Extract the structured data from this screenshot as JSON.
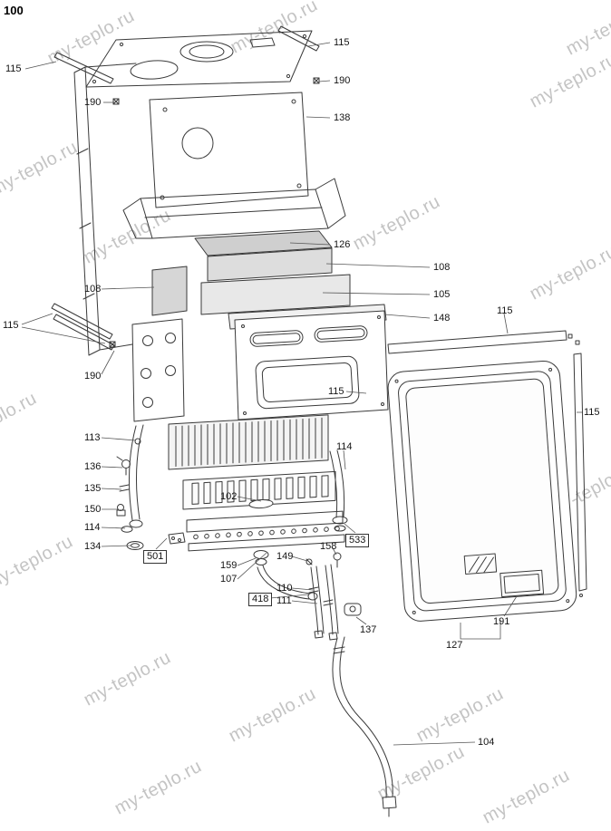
{
  "page": {
    "number": "100"
  },
  "watermark": {
    "text": "my-teplo.ru",
    "color": "#c4c4c4"
  },
  "diagram": {
    "callouts": [
      {
        "label": "115",
        "boxed": false
      },
      {
        "label": "115",
        "boxed": false
      },
      {
        "label": "190",
        "boxed": false
      },
      {
        "label": "190",
        "boxed": false
      },
      {
        "label": "138",
        "boxed": false
      },
      {
        "label": "126",
        "boxed": false
      },
      {
        "label": "108",
        "boxed": false
      },
      {
        "label": "105",
        "boxed": false
      },
      {
        "label": "148",
        "boxed": false
      },
      {
        "label": "108",
        "boxed": false
      },
      {
        "label": "115",
        "boxed": false
      },
      {
        "label": "115",
        "boxed": false
      },
      {
        "label": "190",
        "boxed": false
      },
      {
        "label": "115",
        "boxed": false
      },
      {
        "label": "115",
        "boxed": false
      },
      {
        "label": "113",
        "boxed": false
      },
      {
        "label": "136",
        "boxed": false
      },
      {
        "label": "135",
        "boxed": false
      },
      {
        "label": "150",
        "boxed": false
      },
      {
        "label": "114",
        "boxed": false
      },
      {
        "label": "134",
        "boxed": false
      },
      {
        "label": "501",
        "boxed": true
      },
      {
        "label": "102",
        "boxed": false
      },
      {
        "label": "114",
        "boxed": false
      },
      {
        "label": "533",
        "boxed": true
      },
      {
        "label": "158",
        "boxed": false
      },
      {
        "label": "159",
        "boxed": false
      },
      {
        "label": "107",
        "boxed": false
      },
      {
        "label": "149",
        "boxed": false
      },
      {
        "label": "418",
        "boxed": true
      },
      {
        "label": "110",
        "boxed": false
      },
      {
        "label": "111",
        "boxed": false
      },
      {
        "label": "137",
        "boxed": false
      },
      {
        "label": "127",
        "boxed": false
      },
      {
        "label": "191",
        "boxed": false
      },
      {
        "label": "104",
        "boxed": false
      }
    ]
  }
}
